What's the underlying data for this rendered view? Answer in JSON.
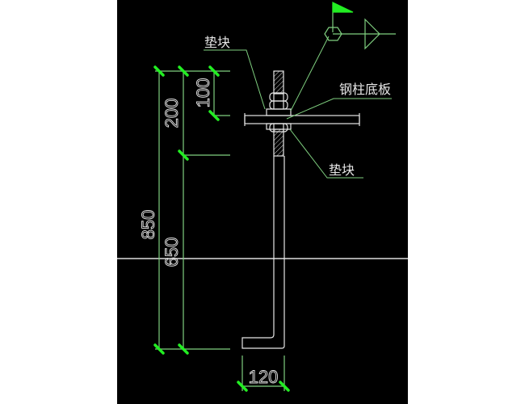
{
  "drawing": {
    "title": "Anchor bolt detail",
    "labels": {
      "washer_top": "垫块",
      "base_plate": "钢柱底板",
      "washer_bottom": "垫块"
    },
    "dimensions": {
      "total_height": "850",
      "upper_segment": "200",
      "lower_segment": "650",
      "nut_zone": "100",
      "hook_length": "120"
    },
    "colors": {
      "background": "#000000",
      "geometry": "#e6e6e6",
      "leader": "#7fcf7f",
      "dimension": "#7fcf7f",
      "tick": "#22ee22",
      "flag": "#22ee22"
    },
    "symbols": {
      "reference_mark": "flag-circle-triangle-icon"
    }
  }
}
